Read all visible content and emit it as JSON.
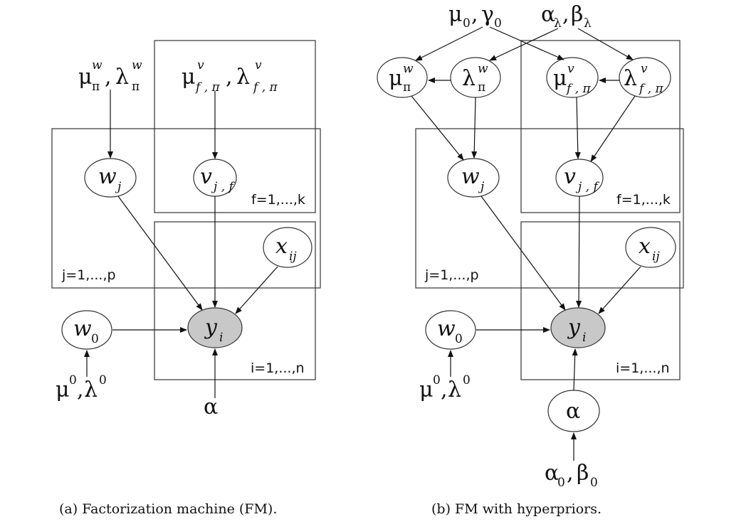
{
  "caption_a": "(a) Factorization machine (FM).",
  "caption_b": "(b) FM with hyperpriors.",
  "plates": {
    "f": "f=1,...,k",
    "j": "j=1,...,p",
    "i": "i=1,...,n"
  },
  "symbols": {
    "mu": "μ",
    "lambda": "λ",
    "alpha": "α",
    "beta": "β",
    "gamma": "γ",
    "pi": "π",
    "w": "w",
    "v": "v",
    "x": "x",
    "y": "y",
    "comma": ",",
    "zero": "0",
    "sup_w": "w",
    "sup_v": "v",
    "sub_j": "j",
    "sub_jf": "j , f",
    "sub_ij": "ij",
    "sub_i": "i",
    "sub_fpi": "f , π",
    "sub_lambda": "λ"
  }
}
